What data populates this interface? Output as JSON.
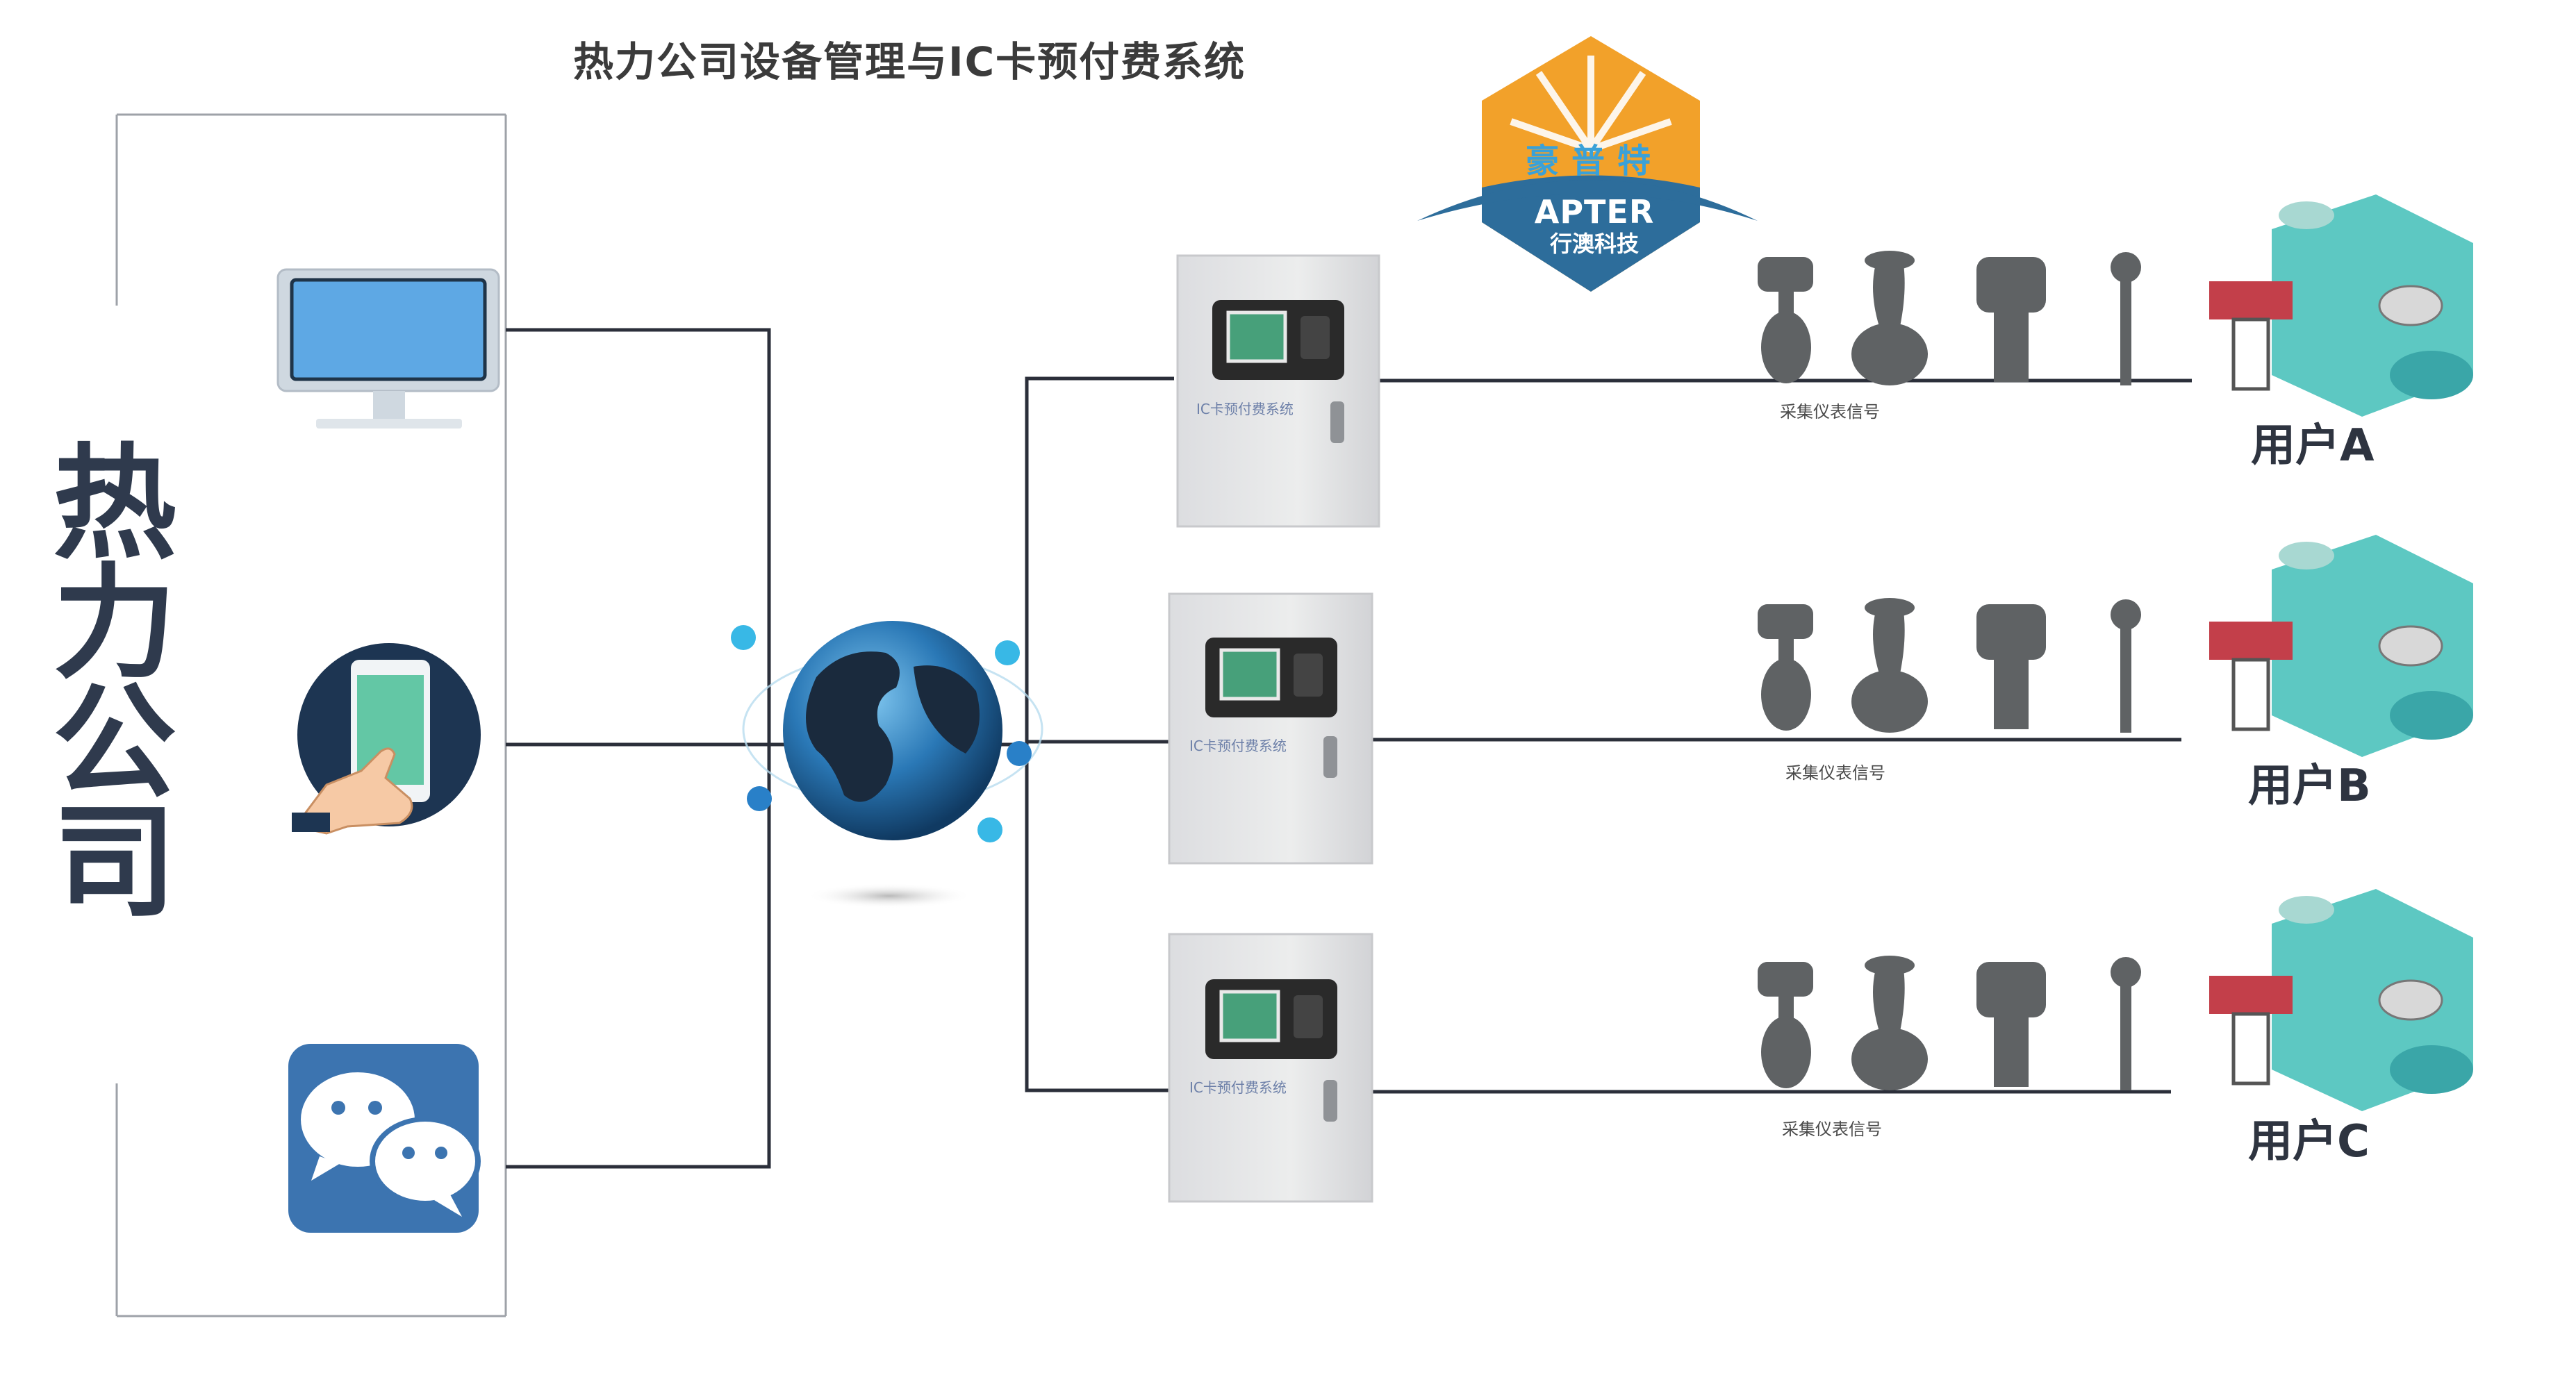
{
  "title": "热力公司设备管理与IC卡预付费系统",
  "company": {
    "chars": [
      "热",
      "力",
      "公",
      "司"
    ]
  },
  "logo": {
    "cn": "豪普特",
    "brand": "APTER",
    "sub": "行澳科技"
  },
  "terminals": [
    {
      "name": "computer",
      "icon": "monitor-icon"
    },
    {
      "name": "mobile",
      "icon": "phone-touch-icon"
    },
    {
      "name": "wechat",
      "icon": "wechat-icon"
    }
  ],
  "network": {
    "icon": "globe-icon"
  },
  "cabinets": [
    {
      "label": "IC卡预付费系统"
    },
    {
      "label": "IC卡预付费系统"
    },
    {
      "label": "IC卡预付费系统"
    }
  ],
  "users": [
    {
      "label": "用户A",
      "signal": "采集仪表信号"
    },
    {
      "label": "用户B",
      "signal": "采集仪表信号"
    },
    {
      "label": "用户C",
      "signal": "采集仪表信号"
    }
  ],
  "colors": {
    "line": "#2b2f3a",
    "logo_orange": "#f2a12a",
    "logo_blue": "#2d6d9b",
    "cabinet": "#e4e5e7",
    "instrument": "#5f6264"
  }
}
